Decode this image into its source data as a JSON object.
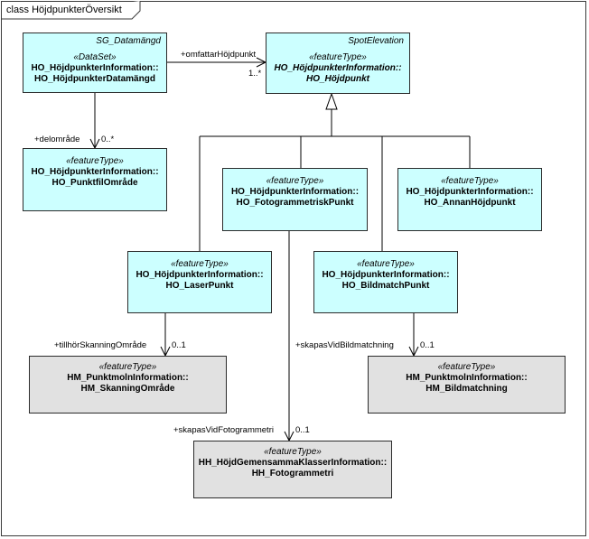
{
  "frame_title": "class HöjdpunkterÖversikt",
  "classes": {
    "dataset": {
      "corner": "SG_Datamängd",
      "stereotype": "«DataSet»",
      "line1": "HO_HöjdpunkterInformation::",
      "line2": "HO_HöjdpunkterDatamängd"
    },
    "hojdpunkt": {
      "corner": "SpotElevation",
      "stereotype": "«featureType»",
      "line1": "HO_HöjdpunkterInformation::",
      "line2": "HO_Höjdpunkt"
    },
    "punktfil": {
      "stereotype": "«featureType»",
      "line1": "HO_HöjdpunkterInformation::",
      "line2": "HO_PunktfilOmråde"
    },
    "fotogram": {
      "stereotype": "«featureType»",
      "line1": "HO_HöjdpunkterInformation::",
      "line2": "HO_FotogrammetriskPunkt"
    },
    "annan": {
      "stereotype": "«featureType»",
      "line1": "HO_HöjdpunkterInformation::",
      "line2": "HO_AnnanHöjdpunkt"
    },
    "laser": {
      "stereotype": "«featureType»",
      "line1": "HO_HöjdpunkterInformation::",
      "line2": "HO_LaserPunkt"
    },
    "bildmatch": {
      "stereotype": "«featureType»",
      "line1": "HO_HöjdpunkterInformation::",
      "line2": "HO_BildmatchPunkt"
    },
    "skanning": {
      "stereotype": "«featureType»",
      "line1": "HM_PunktmolnInformation::",
      "line2": "HM_SkanningOmråde"
    },
    "bildmatchning": {
      "stereotype": "«featureType»",
      "line1": "HM_PunktmolnInformation::",
      "line2": "HM_Bildmatchning"
    },
    "fotogrammetri": {
      "stereotype": "«featureType»",
      "line1": "HH_HöjdGemensammaKlasserInformation::",
      "line2": "HH_Fotogrammetri"
    }
  },
  "labels": {
    "omfattar_role": "+omfattarHöjdpunkt",
    "omfattar_mult": "1..*",
    "delomrade_role": "+delområde",
    "delomrade_mult": "0..*",
    "tillhor_role": "+tillhörSkanningOmråde",
    "tillhor_mult": "0..1",
    "skapas_bild_role": "+skapasVidBildmatchning",
    "skapas_bild_mult": "0..1",
    "skapas_foto_role": "+skapasVidFotogrammetri",
    "skapas_foto_mult": "0..1"
  }
}
